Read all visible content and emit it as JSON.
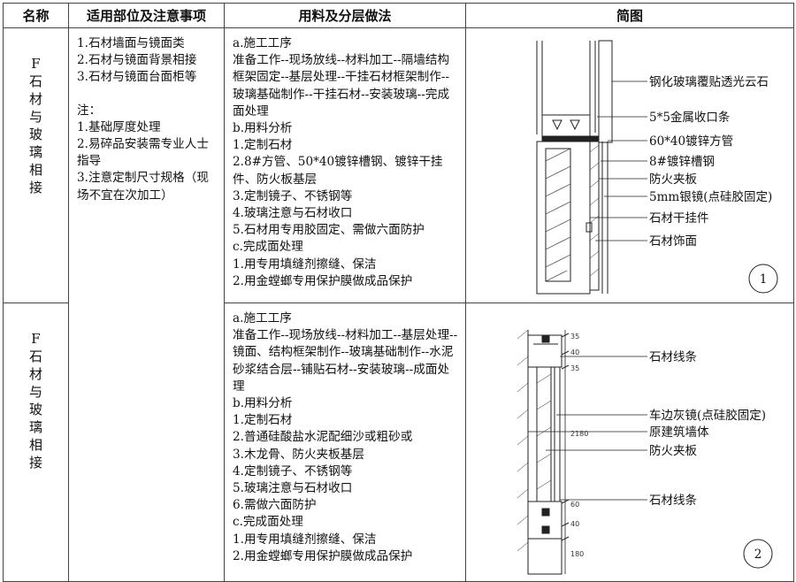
{
  "headers": [
    "名称",
    "适用部位及注意事项",
    "用料及分层做法",
    "简图"
  ],
  "rows": [
    {
      "name": "F石材与玻璃相接",
      "notes": [
        "1.石材墙面与镜面类",
        "2.石材与镜面背景相接",
        "3.石材与镜面台面柜等",
        "",
        "注：",
        "1.基础厚度处理",
        "2.易碎品安装需专业人士指导",
        "3.注意定制尺寸规格（现场不宜在次加工）"
      ],
      "method": [
        "a.施工工序",
        "准备工作--现场放线--材料加工--隔墙结构框架固定--基层处理--干挂石材框架制作--玻璃基础制作--干挂石材--安装玻璃--完成面处理",
        "b.用料分析",
        "1.定制石材",
        "2.8#方管、50*40镀锌槽钢、镀锌干挂件、防火板基层",
        "3.定制镜子、不锈钢等",
        "4.玻璃注意与石材收口",
        "5.石材用专用胶固定、需做六面防护",
        "c.完成面处理",
        "1.用专用填缝剂擦缝、保洁",
        "2.用金螳螂专用保护膜做成品保护"
      ],
      "diagram": {
        "labels": [
          "钢化玻璃覆贴透光云石",
          "5*5金属收口条",
          "60*40镀锌方管",
          "8#镀锌槽钢",
          "防火夹板",
          "5mm银镜(点硅胶固定)",
          "石材干挂件",
          "石材饰面"
        ],
        "number": "1"
      }
    },
    {
      "name": "F石材与玻璃相接",
      "method": [
        "a.施工工序",
        "准备工作--现场放线--材料加工--基层处理--镜面、结构框架制作--玻璃基础制作--水泥砂浆结合层--铺贴石材--安装玻璃--成面处理",
        "b.用料分析",
        "1.定制石材",
        "2.普通硅酸盐水泥配细沙或粗砂或",
        "3.木龙骨、防火夹板基层",
        "4.定制镜子、不锈钢等",
        "5.玻璃注意与石材收口",
        "6.需做六面防护",
        "c.完成面处理",
        "1.用专用填缝剂擦缝、保洁",
        "2.用金螳螂专用保护膜做成品保护"
      ],
      "diagram": {
        "labels": [
          "石材线条",
          "车边灰镜(点硅胶固定)",
          "原建筑墙体",
          "防火夹板",
          "石材线条"
        ],
        "dims": [
          "35",
          "40",
          "35",
          "2180",
          "60",
          "40",
          "180"
        ],
        "number": "2"
      }
    }
  ]
}
